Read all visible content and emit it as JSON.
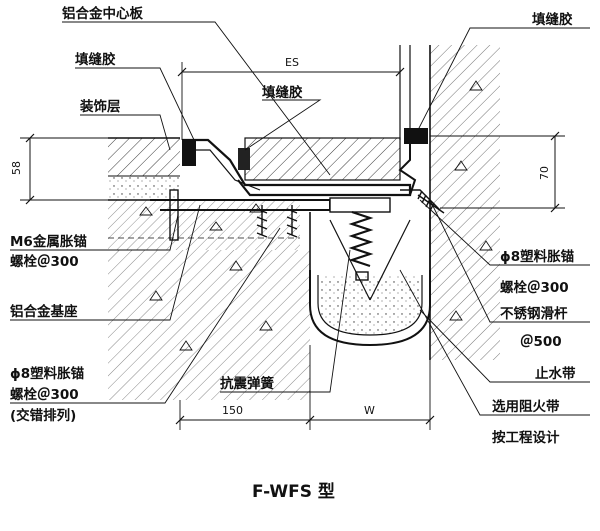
{
  "labels": {
    "center_plate": "铝合金中心板",
    "filler_top_left": "填缝胶",
    "decor_layer": "装饰层",
    "filler_middle": "填缝胶",
    "filler_top_right": "填缝胶",
    "m6_anchor_line1": "M6金属胀锚",
    "m6_anchor_line2": "螺栓＠300",
    "base_seat": "铝合金基座",
    "plastic_anchor_left_line1": "ϕ8塑料胀锚",
    "plastic_anchor_left_line2": "螺栓＠300",
    "plastic_anchor_left_line3": "(交错排列)",
    "seismic_spring": "抗震弹簧",
    "plastic_anchor_right_line1": "ϕ8塑料胀锚",
    "plastic_anchor_right_line2": "螺栓＠300",
    "stainless_rod_line1": "不锈钢滑杆",
    "stainless_rod_line2": "＠500",
    "water_stop": "止水带",
    "fire_barrier_line1": "选用阻火带",
    "fire_barrier_line2": "按工程设计"
  },
  "dimensions": {
    "es": "ES",
    "left_height": "58",
    "right_height": "70",
    "bottom_left": "150",
    "bottom_right": "W"
  },
  "title": "F-WFS 型"
}
